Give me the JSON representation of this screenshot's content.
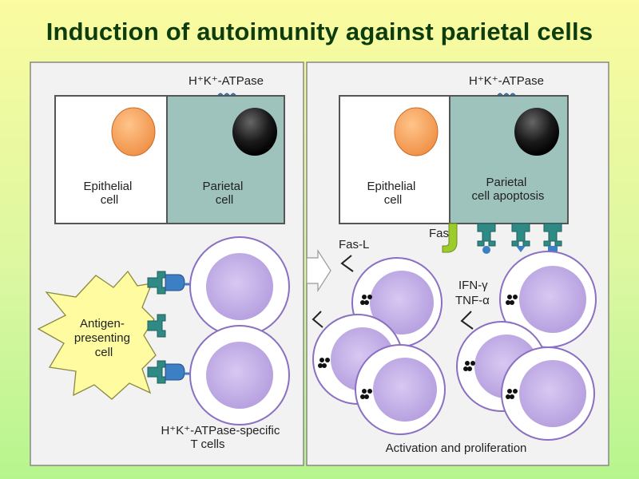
{
  "title": "Induction of autoimunity against parietal cells",
  "diagram": {
    "left": {
      "receptor_label": "H⁺K⁺-ATPase",
      "epithelial_label": [
        "Epithelial",
        "cell"
      ],
      "parietal_label": [
        "Parietal",
        "cell"
      ],
      "apc_label": [
        "Antigen-",
        "presenting",
        "cell"
      ],
      "tcells_label": [
        "H⁺K⁺-ATPase-specific",
        "T cells"
      ]
    },
    "right": {
      "receptor_label": "H⁺K⁺-ATPase",
      "epithelial_label": [
        "Epithelial",
        "cell"
      ],
      "parietal_label": [
        "Parietal",
        "cell apoptosis"
      ],
      "fas_label": "Fas",
      "fasl_label": "Fas-L",
      "cytokines_label": [
        "IFN-γ",
        "TNF-α"
      ],
      "footer_label": "Activation and proliferation"
    }
  },
  "colors": {
    "parietal_fill": "#9ec3bd",
    "nucleus_orange": "#f4a25c",
    "nucleus_black": "#111111",
    "tcell_fill": "#c9b6e8",
    "apc_fill": "#fffba0",
    "receptor_teal": "#2f8a86",
    "receptor_blue": "#3d7fc4",
    "fas_green": "#9ccc2c"
  }
}
